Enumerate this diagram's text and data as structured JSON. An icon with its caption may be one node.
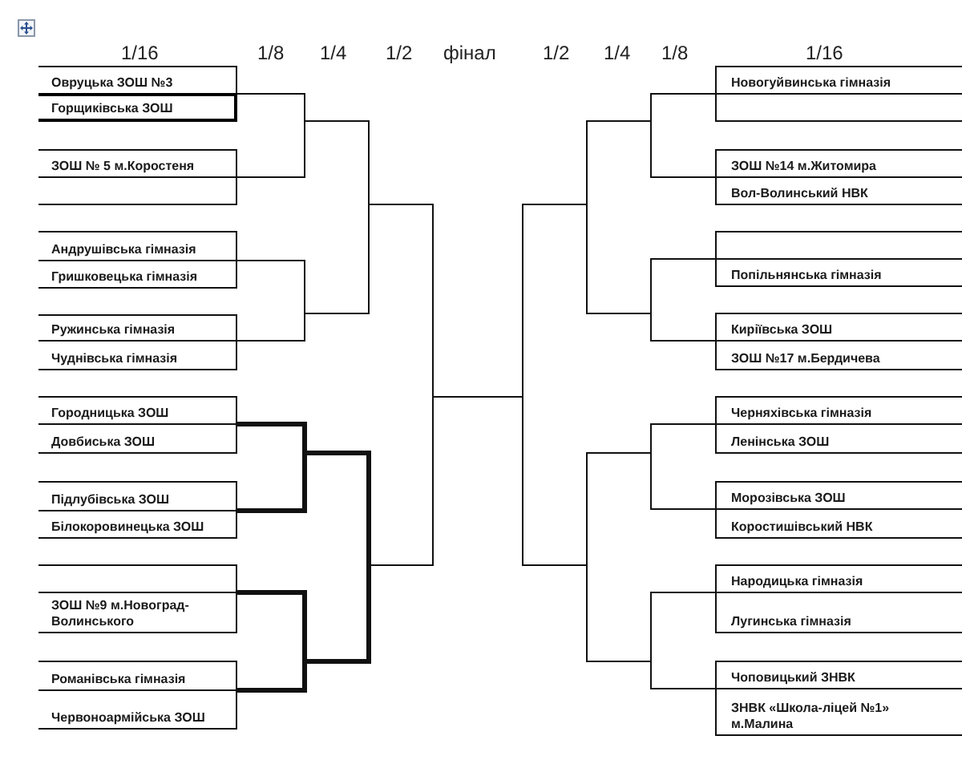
{
  "diagram": {
    "nodes": [
      {
        "text": [
          "Овруцька ЗОШ №3",
          "Горщиківська ЗОШ"
        ]
      },
      {
        "text": [
          "ЗОШ № 5 м.Коростеня"
        ]
      },
      {
        "text": [
          "Андрушівська гімназія",
          "Гришковецька гімназія"
        ]
      },
      {
        "text": [
          "Ружинська гімназія",
          "Чуднівська гімназія"
        ]
      },
      {
        "text": [
          "Городницька ЗОШ",
          "Довбиська ЗОШ"
        ]
      },
      {
        "text": [
          "Підлубівська ЗОШ",
          "Білокоровинецька ЗОШ"
        ]
      },
      {
        "text": [
          "ЗОШ №9 м.Новоград-Волинського"
        ]
      },
      {
        "text": [
          "Романівська гімназія",
          "Червоноармійська ЗОШ"
        ]
      },
      {
        "text": [
          "Новогуйвинська гімназія"
        ]
      },
      {
        "text": [
          "ЗОШ №14 м.Житомира",
          "Вол-Волинський НВК"
        ]
      },
      {
        "text": [
          "Попільнянська гімназія"
        ]
      },
      {
        "text": [
          "Киріївська ЗОШ",
          "ЗОШ №17 м.Бердичева"
        ]
      },
      {
        "text": [
          "Черняхівська гімназія",
          "Ленінська ЗОШ"
        ]
      },
      {
        "text": [
          "Морозівська ЗОШ",
          "Коростишівський НВК"
        ]
      },
      {
        "text": [
          "Народицька гімназія",
          "Лугинська гімназія"
        ]
      },
      {
        "text": [
          "Чоповицький ЗНВК",
          "ЗНВК «Школа-ліцей №1» м.Малина"
        ]
      }
    ],
    "edges": [
      {
        "from": 0,
        "to": 1,
        "arrow": "none"
      },
      {
        "from": 2,
        "to": 3,
        "arrow": "none"
      },
      {
        "from": 4,
        "to": 5,
        "arrow": "none",
        "style": "thick"
      },
      {
        "from": 6,
        "to": 7,
        "arrow": "none",
        "style": "thick"
      },
      {
        "from": 8,
        "to": 9,
        "arrow": "none"
      },
      {
        "from": 10,
        "to": 11,
        "arrow": "none"
      },
      {
        "from": 12,
        "to": 13,
        "arrow": "none"
      },
      {
        "from": 14,
        "to": 15,
        "arrow": "none"
      }
    ],
    "labels": [
      "1/16",
      "1/8",
      "1/4",
      "1/2",
      "фінал",
      "1/2",
      "1/4",
      "1/8",
      "1/16"
    ]
  }
}
